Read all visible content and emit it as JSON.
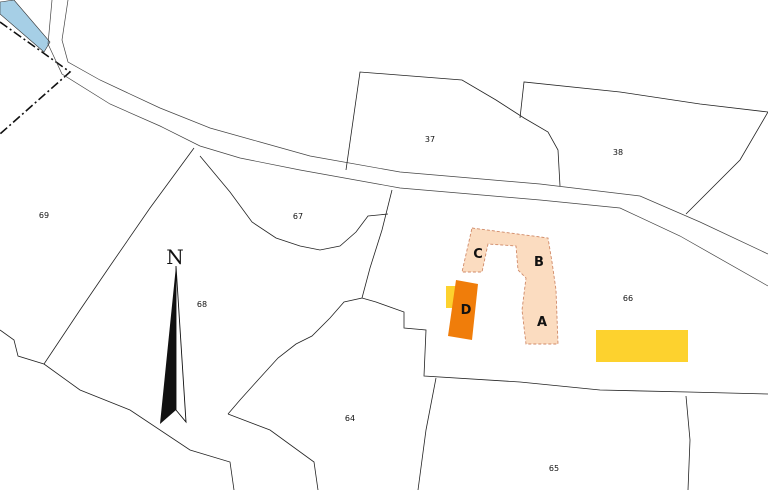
{
  "parcels": [
    {
      "id": "p37",
      "label": "37"
    },
    {
      "id": "p38",
      "label": "38"
    },
    {
      "id": "p69",
      "label": "69"
    },
    {
      "id": "p67",
      "label": "67"
    },
    {
      "id": "p68",
      "label": "68"
    },
    {
      "id": "p66",
      "label": "66"
    },
    {
      "id": "p64",
      "label": "64"
    },
    {
      "id": "p65",
      "label": "65"
    }
  ],
  "buildings": {
    "a": "A",
    "b": "B",
    "c": "C",
    "d": "D"
  },
  "compass": {
    "north": "N"
  },
  "colors": {
    "existing_building": "#fbdcc0",
    "highlight_building": "#f07d0a",
    "yellow_zone": "#fdd22e",
    "water": "#a6cfe6"
  }
}
